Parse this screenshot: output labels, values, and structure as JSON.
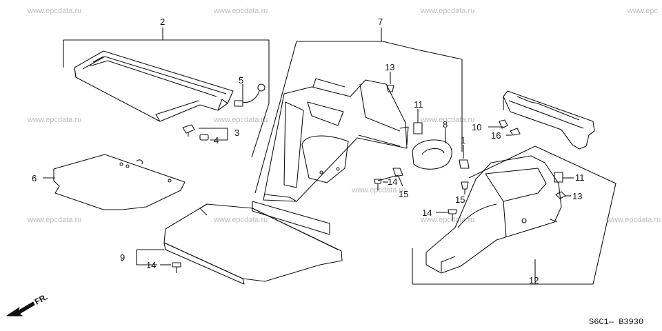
{
  "watermarks": [
    "www.epcdata.ru",
    "www.epcdata.ru",
    "www.epcdata.ru",
    "www.epc",
    "www.epcdata.ru",
    "www.epcdata.ru",
    "www.epcdata.ru",
    "www.epcdata.ru",
    "www.epcdata.ru",
    "www.epcdata.ru",
    "www.epcdata.ru",
    "www.epcdata.ru"
  ],
  "callouts": {
    "c1": "1",
    "c2": "2",
    "c3": "3",
    "c4": "4",
    "c5": "5",
    "c6": "6",
    "c7": "7",
    "c8": "8",
    "c9": "9",
    "c10": "10",
    "c11a": "11",
    "c11b": "11",
    "c12": "12",
    "c13a": "13",
    "c13b": "13",
    "c14a": "14",
    "c14b": "14",
    "c14c": "14",
    "c15a": "15",
    "c15b": "15",
    "c16": "16"
  },
  "front_marker": "FR.",
  "diagram_code": "S6C1— B3930",
  "colors": {
    "line": "#111111",
    "watermark": "#bdbdbd",
    "background": "#ffffff"
  }
}
